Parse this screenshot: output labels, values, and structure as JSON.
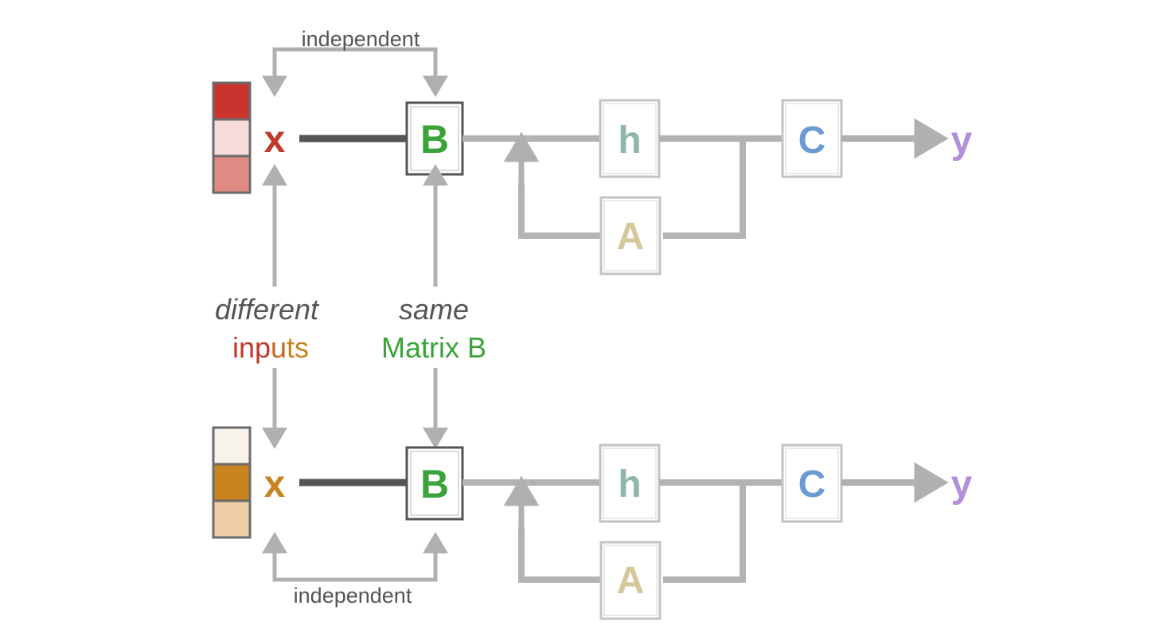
{
  "diagram": {
    "title": "State-space block diagram: two independent input streams sharing Matrix B",
    "background": "#ffffff",
    "colors": {
      "arrow_gray": "#b0b0b0",
      "line_gray": "#b3b3b3",
      "box_border_light": "#c3c3c3",
      "box_border_dark": "#555555",
      "dark_connector": "#555555",
      "text_gray": "#555555",
      "green": "#3aa33a",
      "red": "#c0392b",
      "orange": "#c8821e",
      "teal": "#8fb5ad",
      "khaki": "#d4c89a",
      "blue": "#6b9bd2",
      "purple": "#b18fd9"
    },
    "rows": [
      {
        "id": "top-row",
        "bracket_label": "independent",
        "bracket_direction": "down",
        "input_vector": {
          "name": "x",
          "color": "#c0392b",
          "cells": [
            {
              "index": 0,
              "color": "#c9342f"
            },
            {
              "index": 1,
              "color": "#f6dcda"
            },
            {
              "index": 2,
              "color": "#e08a84"
            }
          ]
        },
        "blocks": [
          {
            "id": "B",
            "label": "B",
            "color": "#3aa33a",
            "border": "dark"
          },
          {
            "id": "h",
            "label": "h",
            "color": "#8fb5ad",
            "border": "light"
          },
          {
            "id": "A",
            "label": "A",
            "color": "#d4c89a",
            "border": "light"
          },
          {
            "id": "C",
            "label": "C",
            "color": "#6b9bd2",
            "border": "light"
          }
        ],
        "output": {
          "name": "y",
          "color": "#b18fd9"
        }
      },
      {
        "id": "bottom-row",
        "bracket_label": "independent",
        "bracket_direction": "up",
        "input_vector": {
          "name": "x",
          "color": "#c8821e",
          "cells": [
            {
              "index": 0,
              "color": "#f7f2ea"
            },
            {
              "index": 1,
              "color": "#c8821e"
            },
            {
              "index": 2,
              "color": "#efcfa6"
            }
          ]
        },
        "blocks": [
          {
            "id": "B",
            "label": "B",
            "color": "#3aa33a",
            "border": "dark"
          },
          {
            "id": "h",
            "label": "h",
            "color": "#8fb5ad",
            "border": "light"
          },
          {
            "id": "A",
            "label": "A",
            "color": "#d4c89a",
            "border": "light"
          },
          {
            "id": "C",
            "label": "C",
            "color": "#6b9bd2",
            "border": "light"
          }
        ],
        "output": {
          "name": "y",
          "color": "#b18fd9"
        }
      }
    ],
    "middle_notes": [
      {
        "id": "inputs-note",
        "emphasis": "different",
        "subject": "inputs",
        "subject_segments": [
          {
            "text": "inp",
            "color": "#c0392b"
          },
          {
            "text": "u",
            "color": "#c06a22"
          },
          {
            "text": "ts",
            "color": "#c8821e"
          }
        ],
        "emphasis_color": "#555555"
      },
      {
        "id": "matrix-note",
        "emphasis": "same",
        "subject": "Matrix B",
        "subject_color": "#3aa33a",
        "emphasis_color": "#555555"
      }
    ]
  }
}
